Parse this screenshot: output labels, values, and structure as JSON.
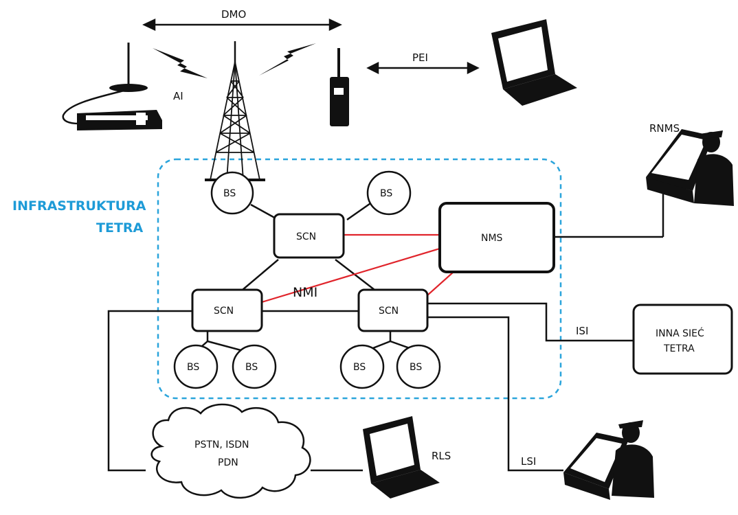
{
  "colors": {
    "ink": "#111111",
    "red_link": "#e0242b",
    "tetra_blue": "#1e9bd7",
    "boundary_dash": "#2aa4db"
  },
  "labels": {
    "dmo": "DMO",
    "ai": "AI",
    "pei": "PEI",
    "rnms": "RNMS",
    "infra_line1": "INFRASTRUKTURA",
    "infra_line2": "TETRA",
    "nmi": "NMI",
    "isi": "ISI",
    "lsi": "LSI",
    "rls": "RLS",
    "nms": "NMS",
    "scn": "SCN",
    "bs": "BS",
    "other_net_line1": "INNA SIEĆ",
    "other_net_line2": "TETRA",
    "cloud_line1": "PSTN, ISDN",
    "cloud_line2": "PDN"
  },
  "icons": [
    "vehicle-radio-icon",
    "radio-tower-icon",
    "handheld-radio-icon",
    "laptop-icon",
    "operator-console-icon",
    "cloud-icon"
  ]
}
